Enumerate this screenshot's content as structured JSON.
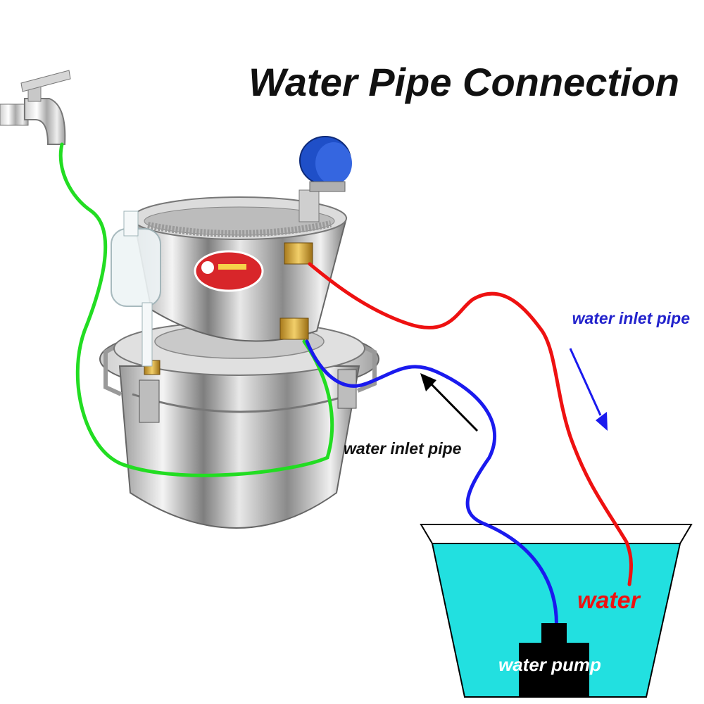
{
  "title": "Water Pipe Connection",
  "labels": {
    "red_inlet": "water inlet pipe",
    "blue_inlet": "water inlet pipe",
    "water": "water",
    "pump": "water pump"
  },
  "colors": {
    "title": "#111111",
    "red_pipe": "#ee1111",
    "blue_pipe": "#1a1aee",
    "green_pipe": "#22dd22",
    "water": "#22e0e0",
    "pump": "#000000",
    "label_blue": "#2222cc",
    "label_red": "#ee1111",
    "label_black": "#111111",
    "gauge": "#1f4fc8"
  },
  "icons": [
    "faucet-icon",
    "still-pot-icon",
    "water-gauge-icon",
    "airlock-icon",
    "flow-arrow-icon"
  ]
}
